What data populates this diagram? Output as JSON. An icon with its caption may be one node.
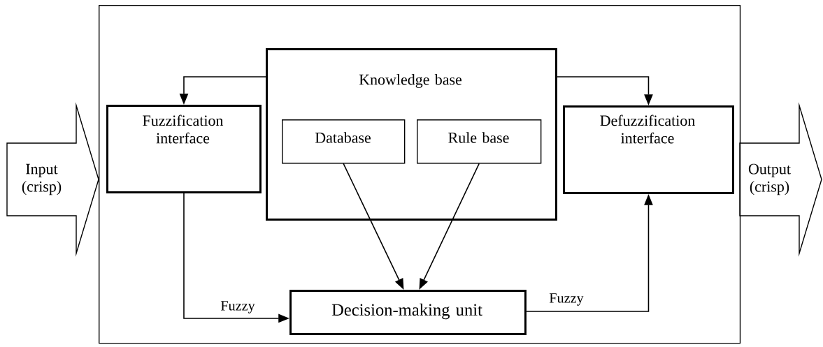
{
  "diagram": {
    "nodes": [
      {
        "text": [],
        "shape": "box"
      },
      {
        "text": [
          "Input (crisp)"
        ]
      },
      {
        "text": [
          "Fuzzification interface"
        ],
        "in": 0
      },
      {
        "text": [
          "Knowledge base"
        ],
        "in": 0
      },
      {
        "text": [
          "Database"
        ],
        "in": 3
      },
      {
        "text": [
          "Rule base"
        ],
        "in": 3
      },
      {
        "text": [
          "Defuzzification interface"
        ],
        "in": 0
      },
      {
        "text": [
          "Output (crisp)"
        ]
      },
      {
        "text": [
          "Decision-making unit"
        ],
        "in": 0
      }
    ],
    "edges": [
      {
        "from": 3,
        "to": 2,
        "arrow": "to"
      },
      {
        "from": 3,
        "to": 6,
        "arrow": "to"
      },
      {
        "from": 4,
        "to": 8,
        "arrow": "to"
      },
      {
        "from": 5,
        "to": 8,
        "arrow": "to"
      },
      {
        "from": 2,
        "to": 8,
        "arrow": "to",
        "label": "Fuzzy"
      },
      {
        "from": 8,
        "to": 6,
        "arrow": "to",
        "label": "Fuzzy"
      }
    ]
  }
}
